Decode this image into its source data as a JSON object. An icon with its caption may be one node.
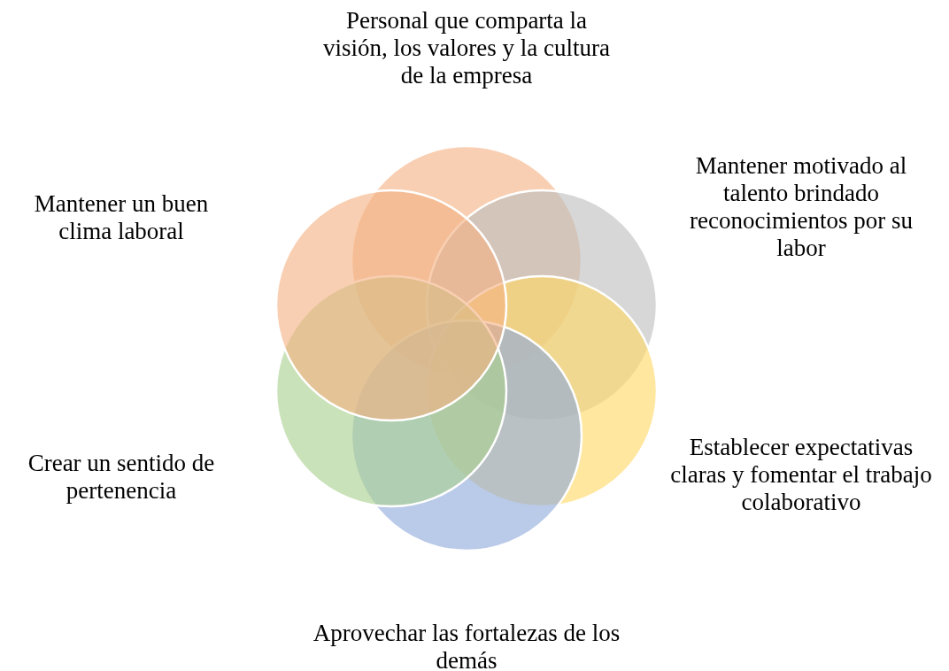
{
  "diagram": {
    "nodes": [
      {
        "text": [
          "Personal que comparta la visión, los valores y la cultura de la empresa"
        ]
      },
      {
        "text": [
          "Mantener motivado al talento brindado reconocimientos por su labor"
        ]
      },
      {
        "text": [
          "Establecer expectativas claras y fomentar el trabajo colaborativo"
        ]
      },
      {
        "text": [
          "Aprovechar las fortalezas de los demás"
        ]
      },
      {
        "text": [
          "Crear un sentido de pertenencia"
        ]
      },
      {
        "text": [
          "Mantener un buen clima laboral"
        ]
      }
    ]
  }
}
